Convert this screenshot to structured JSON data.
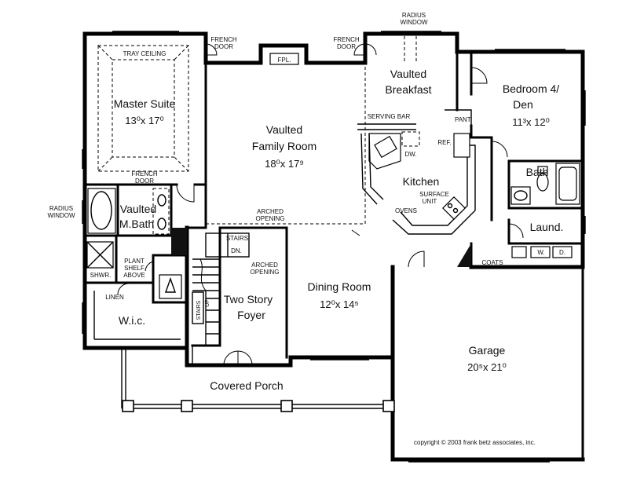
{
  "rooms": {
    "master_suite": {
      "name": "Master Suite",
      "dims": "13⁰x 17⁰"
    },
    "family_room": {
      "name1": "Vaulted",
      "name2": "Family Room",
      "dims": "18⁰x 17⁹"
    },
    "breakfast": {
      "name1": "Vaulted",
      "name2": "Breakfast"
    },
    "bedroom4": {
      "name1": "Bedroom 4/",
      "name2": "Den",
      "dims": "11³x 12⁰"
    },
    "kitchen": {
      "name": "Kitchen"
    },
    "bath": {
      "name": "Bath"
    },
    "laundry": {
      "name": "Laund."
    },
    "master_bath": {
      "name1": "Vaulted",
      "name2": "M.Bath"
    },
    "wic": {
      "name": "W.i.c."
    },
    "foyer": {
      "name1": "Two Story",
      "name2": "Foyer"
    },
    "dining_room": {
      "name": "Dining Room",
      "dims": "12⁰x 14⁵"
    },
    "garage": {
      "name": "Garage",
      "dims": "20⁵x 21⁰"
    },
    "covered_porch": {
      "name": "Covered Porch"
    }
  },
  "labels": {
    "tray_ceiling": "TRAY CEILING",
    "french_door": "FRENCH",
    "french_door_2": "DOOR",
    "fireplace": "FPL.",
    "radius_window_1": "RADIUS",
    "radius_window_2": "WINDOW",
    "serving_bar": "SERVING BAR",
    "pantry": "PANT.",
    "refrigerator": "REF.",
    "dishwasher": "DW.",
    "surface_unit_1": "SURFACE",
    "surface_unit_2": "UNIT",
    "ovens": "OVENS",
    "arched": "ARCHED",
    "opening": "OPENING",
    "stairs": "STAIRS",
    "down": "DN.",
    "up": "UP",
    "plant": "PLANT",
    "shelf": "SHELF",
    "above": "ABOVE",
    "shower": "SHWR.",
    "linen": "LINEN",
    "coats": "COATS",
    "washer": "W.",
    "dryer": "D."
  },
  "copyright": "copyright © 2003 frank betz associates, inc."
}
